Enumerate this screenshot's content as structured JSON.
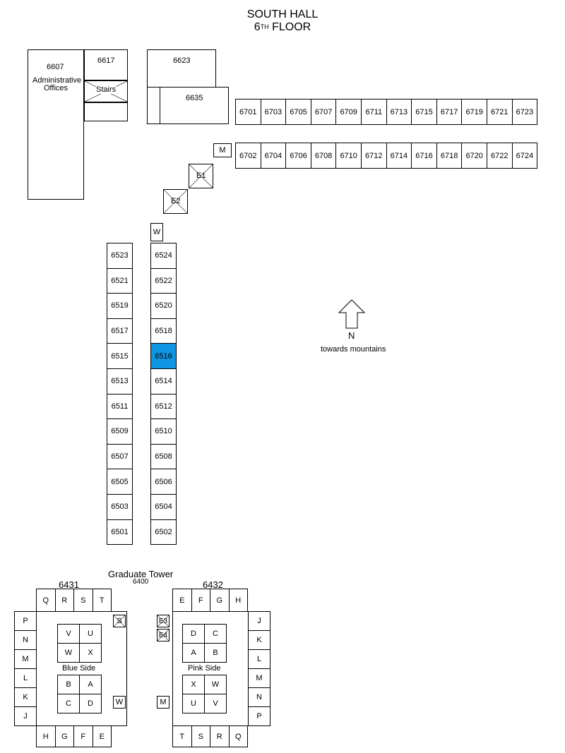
{
  "title": {
    "line1": "SOUTH HALL",
    "floor_num": "6",
    "floor_sup": "TH",
    "floor_word": "FLOOR"
  },
  "north_wing": {
    "top_row": [
      "6701",
      "6703",
      "6705",
      "6707",
      "6709",
      "6711",
      "6713",
      "6715",
      "6717",
      "6719",
      "6721",
      "6723"
    ],
    "bottom_row": [
      "6702",
      "6704",
      "6706",
      "6708",
      "6710",
      "6712",
      "6714",
      "6716",
      "6718",
      "6720",
      "6722",
      "6724"
    ]
  },
  "admin": {
    "room": "6607",
    "label_line1": "Administrative",
    "label_line2": "Offices"
  },
  "rooms_misc": {
    "r6617": "6617",
    "stairs": "Stairs",
    "r6623": "6623",
    "r6635": "6635",
    "men": "M",
    "e1": "E1",
    "e2": "E2",
    "women": "W"
  },
  "west_wing": {
    "left_col": [
      "6523",
      "6521",
      "6519",
      "6517",
      "6515",
      "6513",
      "6511",
      "6509",
      "6507",
      "6505",
      "6503",
      "6501"
    ],
    "right_col": [
      "6524",
      "6522",
      "6520",
      "6518",
      "6516",
      "6514",
      "6512",
      "6510",
      "6508",
      "6506",
      "6504",
      "6502"
    ],
    "highlighted": "6516",
    "highlight_color": "#0f95e2"
  },
  "compass": {
    "letter": "N",
    "caption": "towards mountains"
  },
  "graduate_tower": {
    "title": "Graduate Tower",
    "number": "6400",
    "left_room": "6431",
    "right_room": "6432",
    "left": {
      "top": [
        "Q",
        "R",
        "S",
        "T"
      ],
      "side": [
        "P",
        "N",
        "M",
        "L",
        "K",
        "J"
      ],
      "bottom": [
        "H",
        "G",
        "F",
        "E"
      ],
      "cluster1": [
        "V",
        "U",
        "W",
        "X"
      ],
      "cluster2": [
        "B",
        "A",
        "C",
        "D"
      ],
      "side_label": "Blue Side",
      "stairs": "S",
      "women": "W"
    },
    "right": {
      "top": [
        "E",
        "F",
        "G",
        "H"
      ],
      "side": [
        "J",
        "K",
        "L",
        "M",
        "N",
        "P"
      ],
      "bottom": [
        "T",
        "S",
        "R",
        "Q"
      ],
      "cluster1": [
        "D",
        "C",
        "A",
        "B"
      ],
      "cluster2": [
        "X",
        "W",
        "U",
        "V"
      ],
      "side_label": "Pink Side",
      "e3": "E3",
      "e4": "E4",
      "men": "M"
    }
  }
}
